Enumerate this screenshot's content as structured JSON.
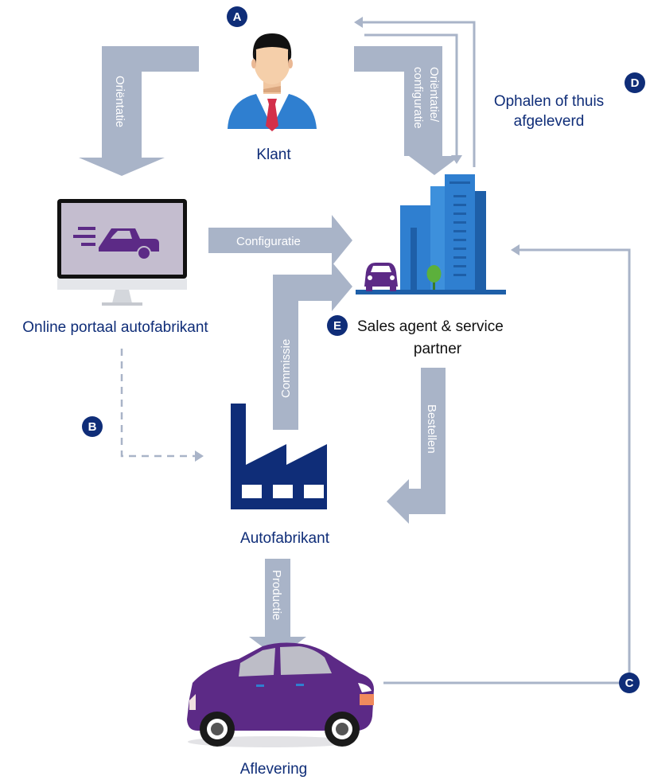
{
  "badges": {
    "a": "A",
    "b": "B",
    "c": "C",
    "d": "D",
    "e": "E"
  },
  "nodes": {
    "klant": "Klant",
    "portal": "Online portaal autofabrikant",
    "sales": "Sales agent & service",
    "sales_line2": "partner",
    "fabrikant": "Autofabrikant",
    "aflevering": "Aflevering"
  },
  "arrows": {
    "orientatie": "Oriëntatie",
    "orientatie_config_line1": "Oriëntatie/",
    "orientatie_config_line2": "configuratie",
    "configuratie": "Configuratie",
    "commissie": "Commissie",
    "bestellen": "Bestellen",
    "productie": "Productie"
  },
  "note_d": {
    "line1": "Ophalen of thuis",
    "line2": "afgeleverd"
  },
  "colors": {
    "navy": "#0f2d78",
    "arrow": "#a9b4c8",
    "purple": "#5c2a86",
    "building_blue": "#2f7fd0"
  }
}
